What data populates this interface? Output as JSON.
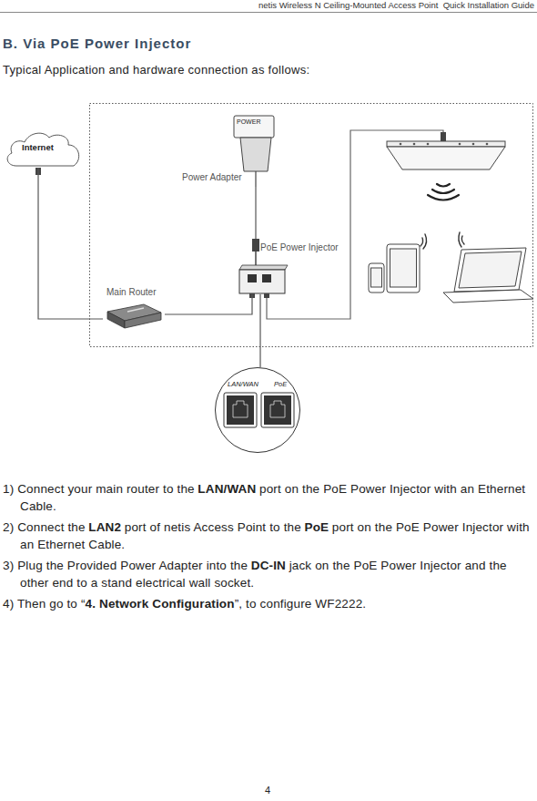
{
  "diagram": {
    "title": "B. Via PoE Power Injector",
    "nodes": [
      {
        "text": [
          "Internet"
        ]
      },
      {
        "text": [
          "POWER",
          "Power Adapter"
        ]
      },
      {
        "text": [
          "PoE Power Injector"
        ]
      },
      {
        "text": [
          "Main Router"
        ]
      },
      {
        "text": [
          "LAN/WAN",
          "PoE"
        ]
      }
    ],
    "edges": [
      {
        "from": 0,
        "to": 3,
        "arrow": "none"
      },
      {
        "from": 1,
        "to": 2,
        "arrow": "none"
      },
      {
        "from": 3,
        "to": 2,
        "arrow": "none"
      },
      {
        "from": 2,
        "to": 4,
        "arrow": "none"
      }
    ],
    "labels": [
      "netis Wireless N Ceiling-Mounted Access Point  Quick Installation Guide",
      "Typical Application and hardware connection as follows:",
      "1) Connect your main router to the",
      "LAN/WAN",
      "port on the PoE Power Injector with an Ethernet Cable.",
      "2) Connect the",
      "LAN2",
      "port of netis Access Point to the",
      "PoE",
      "port on the PoE Power Injector with an Ethernet Cable.",
      "3) Plug the Provided Power Adapter into the",
      "DC-IN",
      "jack on the PoE Power Injector and the other end to a stand electrical wall socket.",
      "4) Then go to “",
      "4. Network Configuration",
      "”, to configure WF2222.",
      "4"
    ]
  }
}
